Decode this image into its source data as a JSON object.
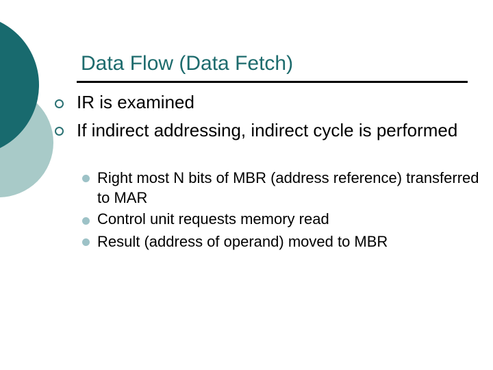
{
  "slide": {
    "title": "Data Flow (Data Fetch)",
    "bullets": [
      {
        "text": "IR is examined"
      },
      {
        "text": "If indirect addressing, indirect cycle is performed"
      }
    ],
    "sub_bullets": [
      {
        "text": "Right most N bits of MBR (address reference) transferred to MAR"
      },
      {
        "text": "Control unit requests memory read"
      },
      {
        "text": "Result (address of operand) moved to MBR"
      }
    ],
    "colors": {
      "background": "#ffffff",
      "title_text": "#1d6b6d",
      "underline": "#000000",
      "body_text": "#000000",
      "dark_corner_circle": "#186a6e",
      "light_corner_circle": "#a8cac8",
      "bullet_ring": "#2a7173",
      "sub_bullet_dot": "#9dc2c7"
    }
  }
}
